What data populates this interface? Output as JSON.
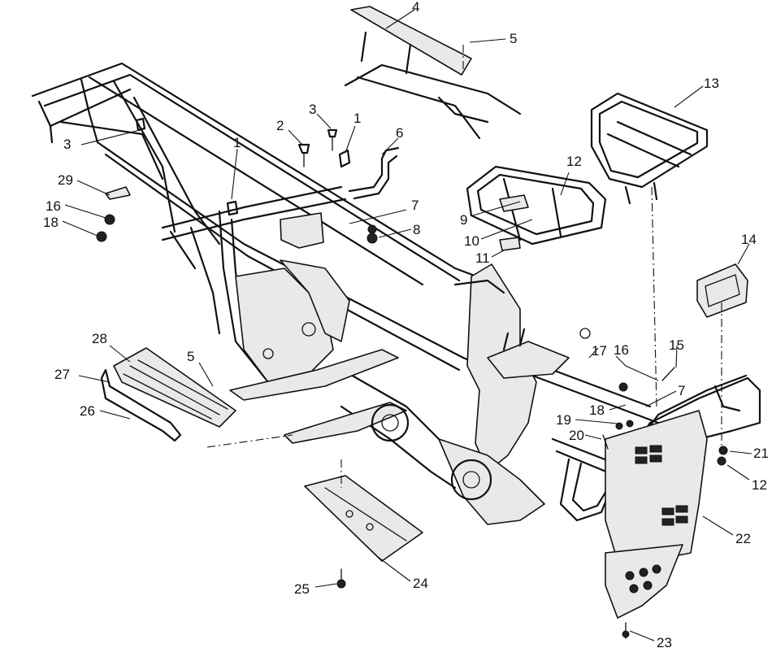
{
  "callouts": [
    {
      "id": "c1",
      "text": "1"
    },
    {
      "id": "c1b",
      "text": "1"
    },
    {
      "id": "c2",
      "text": "2"
    },
    {
      "id": "c3a",
      "text": "3"
    },
    {
      "id": "c3b",
      "text": "3"
    },
    {
      "id": "c4",
      "text": "4"
    },
    {
      "id": "c5a",
      "text": "5"
    },
    {
      "id": "c5b",
      "text": "5"
    },
    {
      "id": "c6",
      "text": "6"
    },
    {
      "id": "c7a",
      "text": "7"
    },
    {
      "id": "c7b",
      "text": "7"
    },
    {
      "id": "c8",
      "text": "8"
    },
    {
      "id": "c9",
      "text": "9"
    },
    {
      "id": "c10",
      "text": "10"
    },
    {
      "id": "c11",
      "text": "11"
    },
    {
      "id": "c12a",
      "text": "12"
    },
    {
      "id": "c12b",
      "text": "12"
    },
    {
      "id": "c13",
      "text": "13"
    },
    {
      "id": "c14",
      "text": "14"
    },
    {
      "id": "c15",
      "text": "15"
    },
    {
      "id": "c16a",
      "text": "16"
    },
    {
      "id": "c16b",
      "text": "16"
    },
    {
      "id": "c17",
      "text": "17"
    },
    {
      "id": "c18a",
      "text": "18"
    },
    {
      "id": "c18b",
      "text": "18"
    },
    {
      "id": "c19",
      "text": "19"
    },
    {
      "id": "c20",
      "text": "20"
    },
    {
      "id": "c21",
      "text": "21"
    },
    {
      "id": "c22",
      "text": "22"
    },
    {
      "id": "c23",
      "text": "23"
    },
    {
      "id": "c24",
      "text": "24"
    },
    {
      "id": "c25",
      "text": "25"
    },
    {
      "id": "c26",
      "text": "26"
    },
    {
      "id": "c27",
      "text": "27"
    },
    {
      "id": "c28",
      "text": "28"
    },
    {
      "id": "c29",
      "text": "29"
    }
  ]
}
